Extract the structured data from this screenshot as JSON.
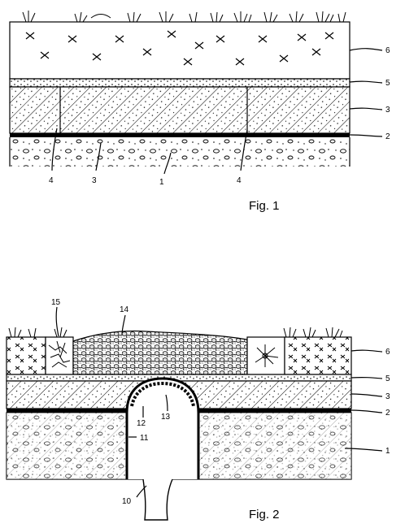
{
  "figure1": {
    "caption": "Fig. 1",
    "labels": {
      "l6": "6",
      "l5": "5",
      "l3": "3",
      "l2": "2",
      "b4a": "4",
      "b3": "3",
      "b1": "1",
      "b4b": "4"
    }
  },
  "figure2": {
    "caption": "Fig. 2",
    "labels": {
      "l15": "15",
      "l14": "14",
      "l6": "6",
      "l5": "5",
      "l3": "3",
      "l2": "2",
      "l1": "1",
      "l12": "12",
      "l13": "13",
      "l11": "11",
      "l10": "10"
    }
  },
  "colors": {
    "ink": "#000000",
    "paper": "#ffffff",
    "pebble": "#dcdcdc"
  }
}
